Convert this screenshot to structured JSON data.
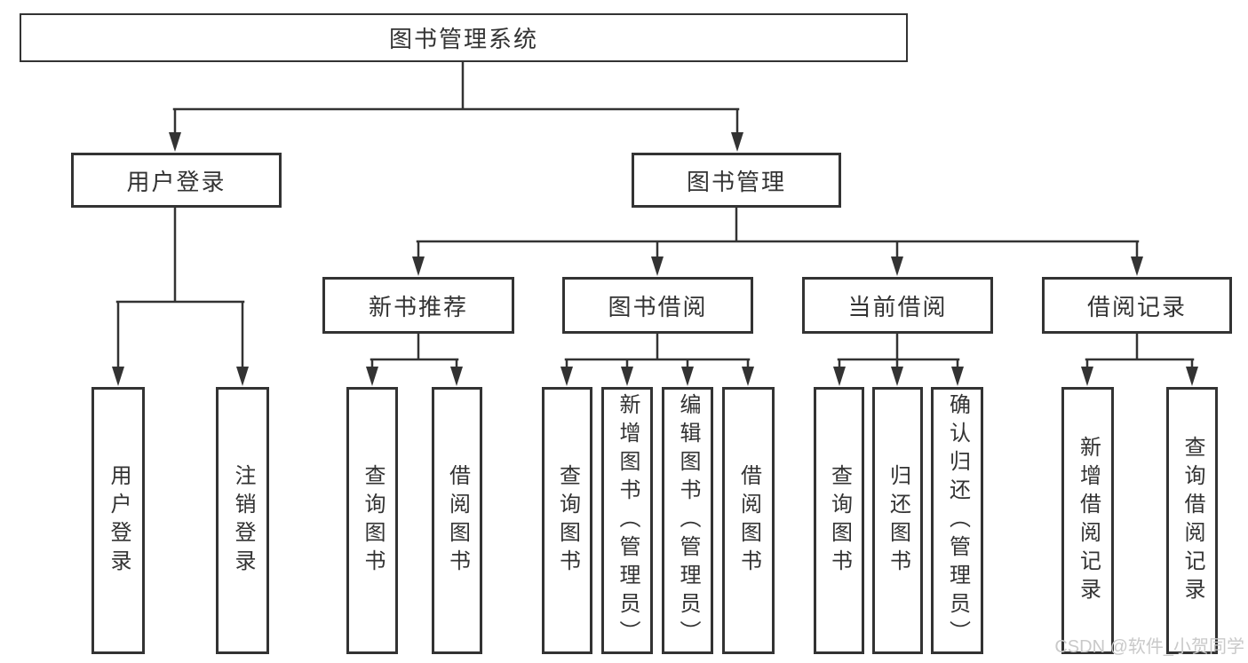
{
  "diagram_title": "图书管理系统",
  "nodes": {
    "root": {
      "label": "图书管理系统"
    },
    "login": {
      "label": "用户登录",
      "children": [
        {
          "label": "用户登录"
        },
        {
          "label": "注销登录"
        }
      ]
    },
    "management": {
      "label": "图书管理",
      "sections": [
        {
          "label": "新书推荐",
          "children": [
            {
              "label": "查询图书"
            },
            {
              "label": "借阅图书"
            }
          ]
        },
        {
          "label": "图书借阅",
          "children": [
            {
              "label": "查询图书"
            },
            {
              "label": "新增图书（管理员）"
            },
            {
              "label": "编辑图书（管理员）"
            },
            {
              "label": "借阅图书"
            }
          ]
        },
        {
          "label": "当前借阅",
          "children": [
            {
              "label": "查询图书"
            },
            {
              "label": "归还图书"
            },
            {
              "label": "确认归还（管理员）"
            }
          ]
        },
        {
          "label": "借阅记录",
          "children": [
            {
              "label": "新增借阅记录"
            },
            {
              "label": "查询借阅记录"
            }
          ]
        }
      ]
    }
  },
  "watermark": {
    "text": "CSDN @软件_小贺同学",
    "color": "#c9c9c9"
  },
  "colors": {
    "line": "#333333",
    "box_border": "#333333",
    "box_fill": "#ffffff",
    "text": "#333333",
    "background": "#ffffff"
  }
}
